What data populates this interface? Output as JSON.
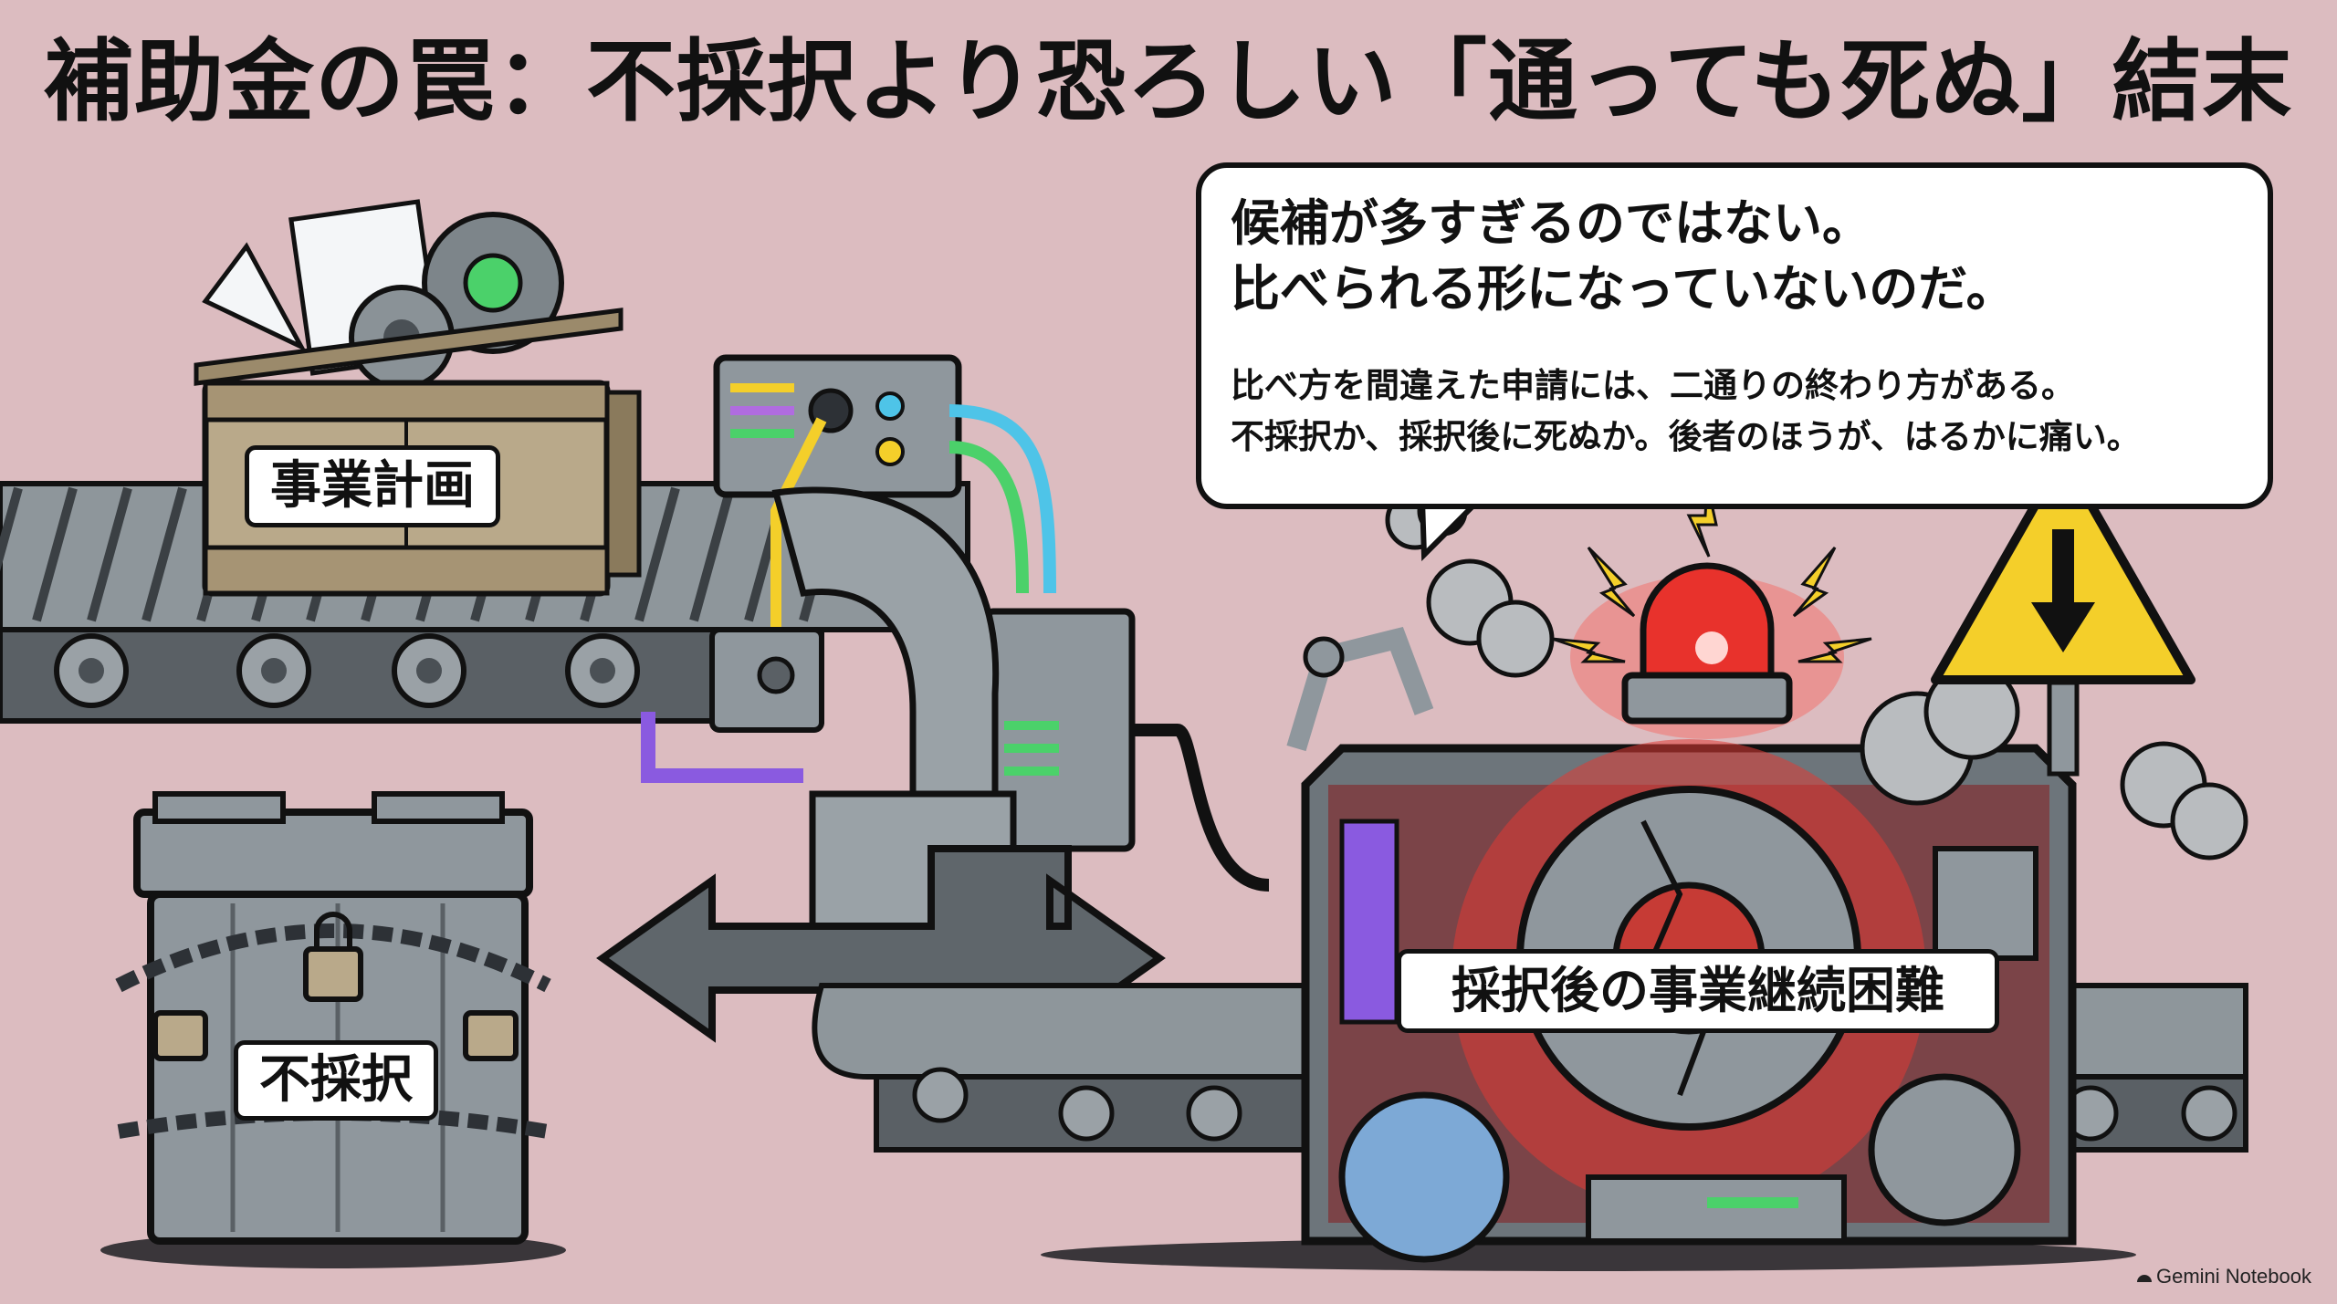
{
  "title": "補助金の罠：不採択より恐ろしい「通っても死ぬ」結末",
  "bubble": {
    "line1": "候補が多すぎるのではない。",
    "line2": "比べられる形になっていないのだ。",
    "line3": "比べ方を間違えた申請には、二通りの終わり方がある。",
    "line4": "不採択か、採択後に死ぬか。後者のほうが、はるかに痛い。"
  },
  "labels": {
    "plan": "事業計画",
    "rejected": "不採択",
    "continuation": "採択後の事業継続困難"
  },
  "brand": "Gemini Notebook",
  "colors": {
    "background": "#dcbcc0",
    "alarm_red": "#e8322c",
    "warning_yellow": "#f4cf2a",
    "machine_gray": "#8f979d",
    "crate_brown": "#b9a98a"
  }
}
